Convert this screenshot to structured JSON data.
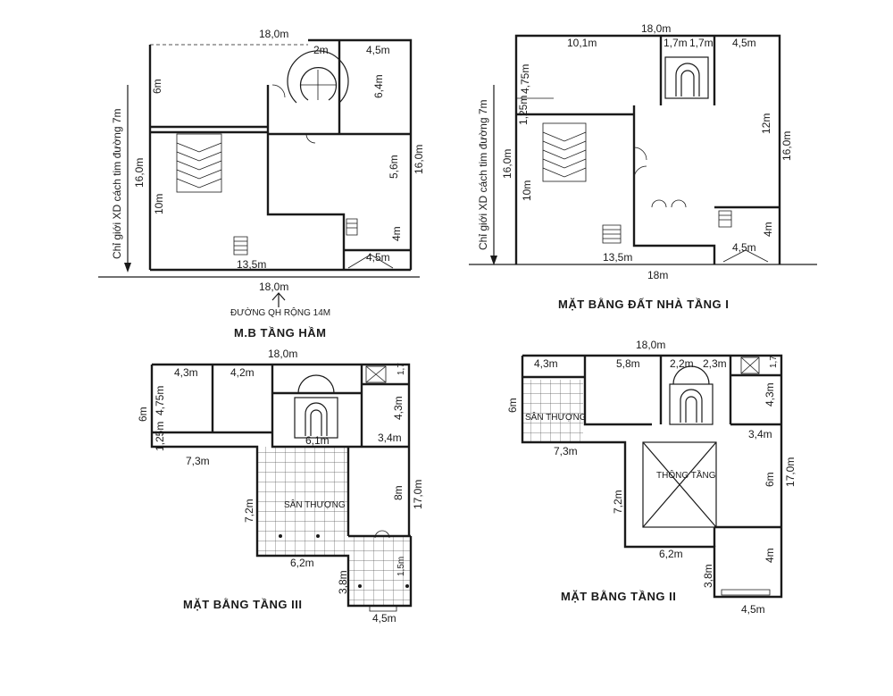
{
  "basement": {
    "title": "M.B TẦNG HẦM",
    "road": "ĐƯỜNG QH RỘNG 14M",
    "setback": "Chỉ giới XD cách tim đường 7m",
    "width_top": "18,0m",
    "width_bottom": "18,0m",
    "room_tl": "6m",
    "height_left": "16,0m",
    "left_lower": "10m",
    "stair_w": "2m",
    "right_room_w": "4,5m",
    "right_room_h": "6,4m",
    "right_mid_h": "5,6m",
    "height_right": "16,0m",
    "bottom_right_h": "4m",
    "bottom_right_w": "4,5m",
    "bottom_left_w": "13,5m"
  },
  "ground": {
    "title": "MẶT BẰNG ĐẤT NHÀ TẦNG I",
    "setback": "Chỉ giới XD cách tim đường 7m",
    "width_top": "18,0m",
    "top_left_w": "10,1m",
    "stair_a": "1,7m",
    "stair_b": "1,7m",
    "top_right_w": "4,5m",
    "left_top_h": "4,75m",
    "left_small_h": "1,25m",
    "height_left": "16,0m",
    "left_lower": "10m",
    "right_inner_h": "12m",
    "height_right": "16,0m",
    "bottom_right_h": "4m",
    "bottom_right_w": "4,5m",
    "bottom_left_w": "13,5m",
    "bottom_total": "18m"
  },
  "third": {
    "title": "MẶT BẰNG TẦNG III",
    "width_top": "18,0m",
    "room1_w": "4,3m",
    "room2_w": "4,2m",
    "left_h": "6m",
    "left_inner_h": "4,75m",
    "left_small_h": "1,25m",
    "bottom_left_w": "7,3m",
    "stair_w": "6,1m",
    "right_room_h": "4,3m",
    "right_room_w": "3,4m",
    "terrace": "SÂN THƯỢNG",
    "terrace_h": "7,2m",
    "terrace_w": "6,2m",
    "right_mid_h": "8m",
    "height_right": "17,0m",
    "bottom_h": "3,8m",
    "bottom_small_h": "1,5m",
    "bottom_w": "4,5m",
    "corner": "1,7"
  },
  "second": {
    "title": "MẶT BẰNG TẦNG II",
    "width_top": "18,0m",
    "room1_w": "4,3m",
    "room2_w": "5,8m",
    "stair_a": "2,2m",
    "stair_b": "2,3m",
    "corner": "1,7",
    "left_h": "6m",
    "terrace": "SÂN THƯỢNG",
    "right_room_h": "4,3m",
    "right_room_w": "3,4m",
    "bottom_left_w": "7,3m",
    "void": "THÔNG TẦNG",
    "void_h": "7,2m",
    "right_mid_h": "6m",
    "height_right": "17,0m",
    "mid_w": "6,2m",
    "bottom_h": "3,8m",
    "bottom_right_h": "4m",
    "bottom_w": "4,5m"
  },
  "colors": {
    "ink": "#1a1a1a",
    "paper": "#ffffff"
  }
}
